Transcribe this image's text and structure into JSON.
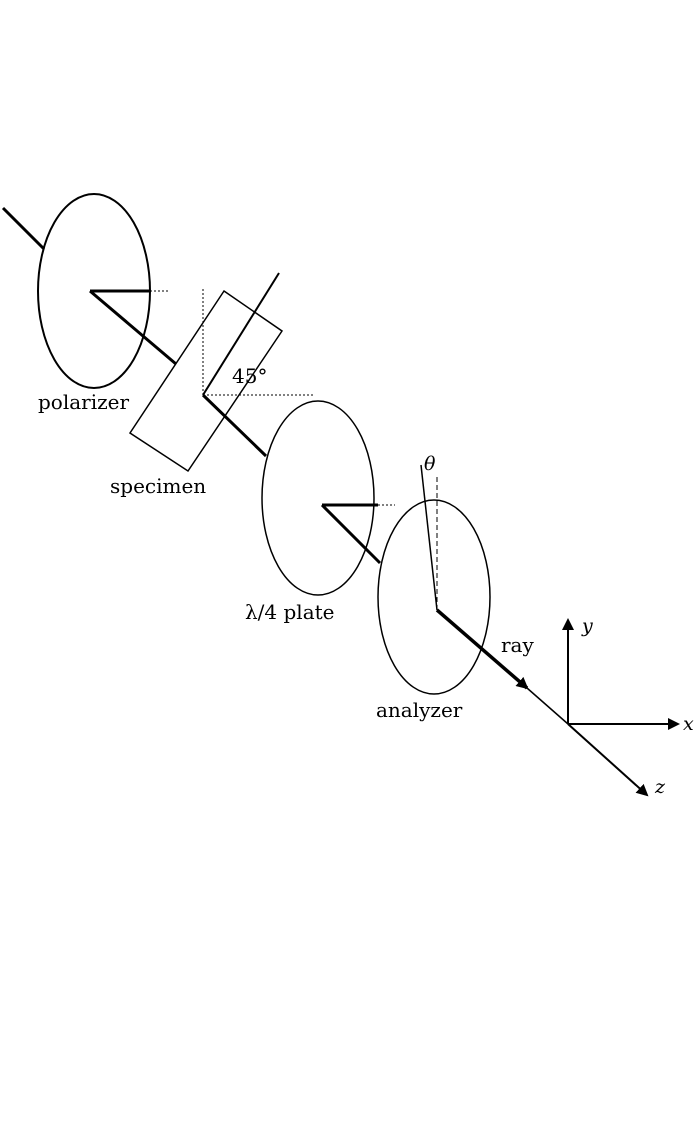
{
  "labels": {
    "polarizer": "polarizer",
    "specimen": "specimen",
    "angle": "45°",
    "quarter_wave_plate": "λ/4 plate",
    "analyzer": "analyzer",
    "theta": "θ",
    "ray": "ray"
  },
  "axes": {
    "x": "x",
    "y": "y",
    "z": "z"
  }
}
